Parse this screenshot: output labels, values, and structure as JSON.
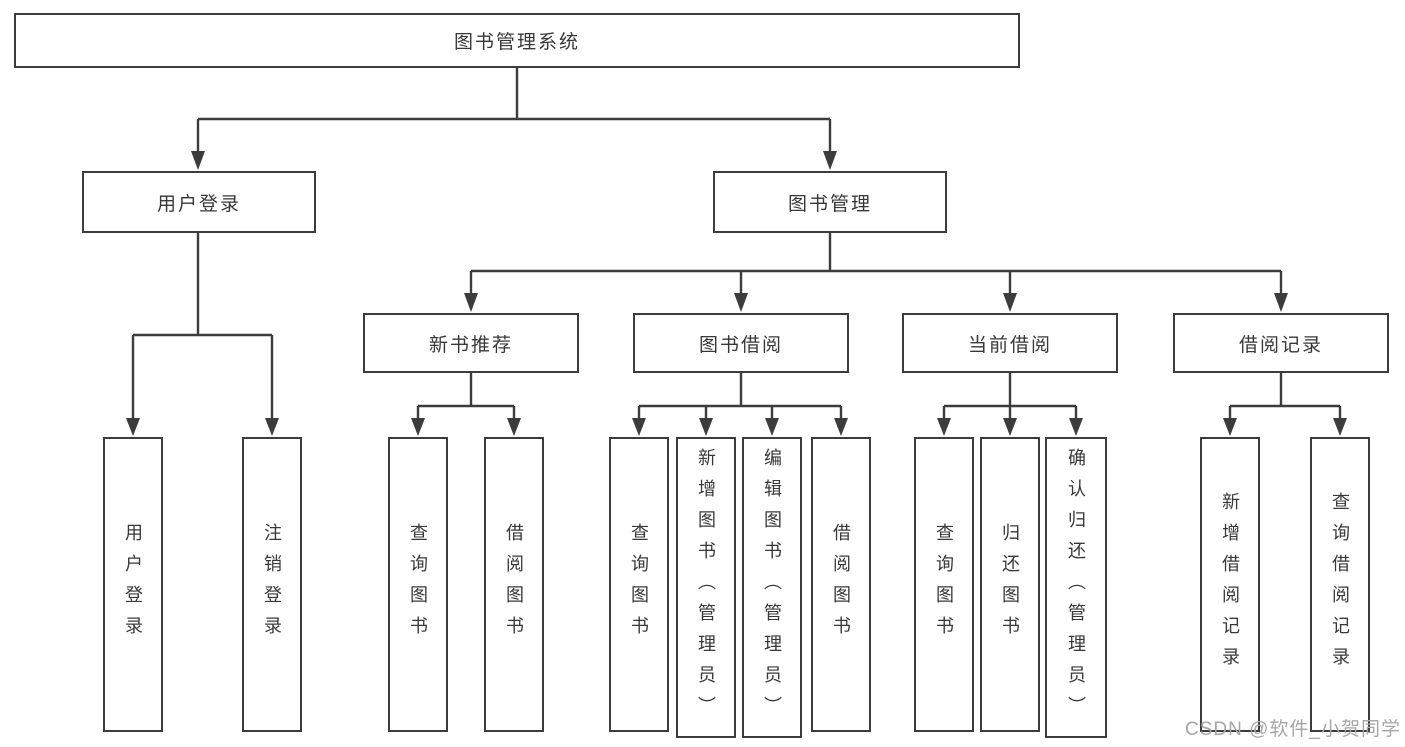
{
  "colors": {
    "line": "#3c3c3c",
    "box_border": "#3c3c3c",
    "text": "#383838",
    "background": "#ffffff",
    "watermark_text": "#a6a6a6"
  },
  "tree": {
    "root": {
      "label": "图书管理系统",
      "children": [
        {
          "label": "用户登录",
          "children": [
            {
              "label": "用户登录"
            },
            {
              "label": "注销登录"
            }
          ]
        },
        {
          "label": "图书管理",
          "children": [
            {
              "label": "新书推荐",
              "children": [
                {
                  "label": "查询图书"
                },
                {
                  "label": "借阅图书"
                }
              ]
            },
            {
              "label": "图书借阅",
              "children": [
                {
                  "label": "查询图书"
                },
                {
                  "label": "新增图书（管理员）"
                },
                {
                  "label": "编辑图书（管理员）"
                },
                {
                  "label": "借阅图书"
                }
              ]
            },
            {
              "label": "当前借阅",
              "children": [
                {
                  "label": "查询图书"
                },
                {
                  "label": "归还图书"
                },
                {
                  "label": "确认归还（管理员）"
                }
              ]
            },
            {
              "label": "借阅记录",
              "children": [
                {
                  "label": "新增借阅记录"
                },
                {
                  "label": "查询借阅记录"
                }
              ]
            }
          ]
        }
      ]
    }
  },
  "watermark": {
    "text": "CSDN @软件_小贺同学"
  }
}
